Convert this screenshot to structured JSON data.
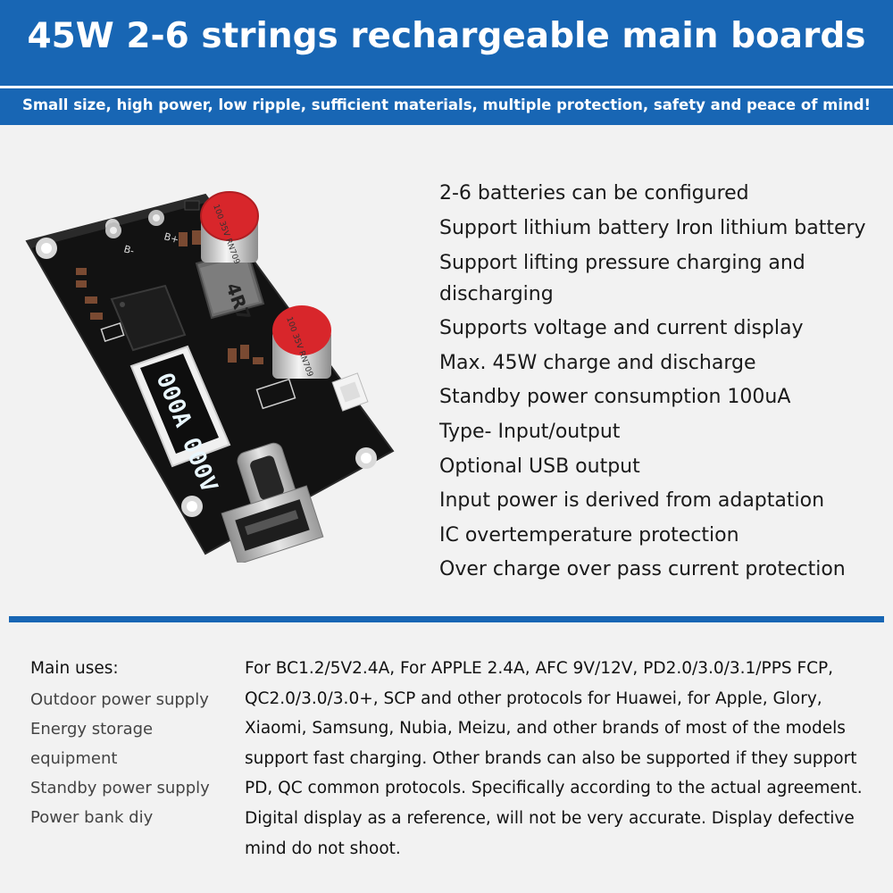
{
  "header": {
    "title": "45W 2-6 strings rechargeable main boards",
    "subtitle": "Small size, high power, low ripple, sufficient materials, multiple protection, safety and peace of mind!"
  },
  "board": {
    "display_digits": "000A 000V",
    "cap_label_1": "100 35V RN709",
    "cap_label_2": "100 35V RN709",
    "inductor_label": "4R7",
    "pad_labels": [
      "B-",
      "B+"
    ]
  },
  "features": [
    "2-6 batteries can be configured",
    "Support lithium battery Iron lithium battery",
    "Support lifting pressure charging and discharging",
    "Supports voltage and current display",
    "Max. 45W charge and discharge",
    "Standby power consumption 100uA",
    "Type- Input/output",
    "Optional USB output",
    "Input power is derived from adaptation",
    "IC overtemperature protection",
    "Over charge over pass current protection"
  ],
  "uses": {
    "heading": "Main uses:",
    "items": [
      "Outdoor power supply",
      "Energy storage equipment",
      "Standby power supply",
      "Power bank diy"
    ]
  },
  "description": "For BC1.2/5V2.4A, For APPLE 2.4A, AFC 9V/12V, PD2.0/3.0/3.1/PPS FCP, QC2.0/3.0/3.0+, SCP and other protocols for Huawei, for Apple, Glory, Xiaomi, Samsung, Nubia, Meizu, and other brands of most of the models support fast charging. Other brands can also be supported if they support PD, QC common protocols. Specifically according to the actual agreement. Digital display as a reference, will not be very accurate. Display defective mind do not shoot.",
  "colors": {
    "brand_blue": "#1866b4",
    "background": "#f2f2f2",
    "pcb": "#141414",
    "capacitor_top": "#d8262b"
  }
}
